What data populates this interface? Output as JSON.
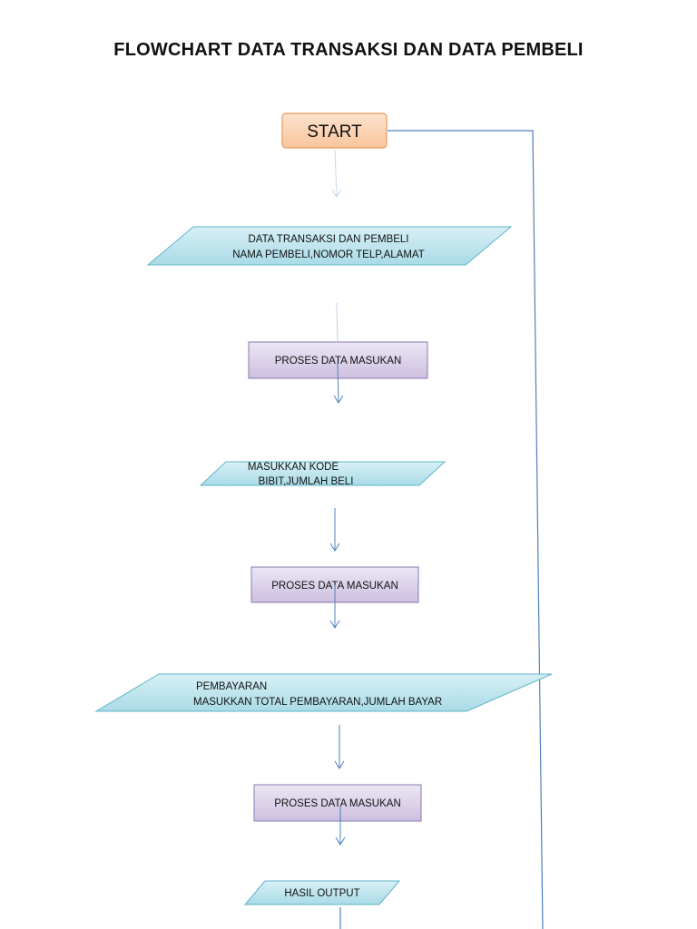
{
  "title": "FLOWCHART DATA TRANSAKSI DAN DATA PEMBELI",
  "colors": {
    "start_fill": "#fbd3b4",
    "start_stroke": "#e79a5c",
    "io_fill": "#bfe6ee",
    "io_stroke": "#5fb4c9",
    "process_fill": "#ddd3ea",
    "process_stroke": "#8a78b3",
    "connector": "#4f81bd",
    "connector_faint": "#c9d8ea"
  },
  "nodes": {
    "start": {
      "label": "START"
    },
    "input_buyer": {
      "line1": "DATA TRANSAKSI DAN PEMBELI",
      "line2": "NAMA PEMBELI,NOMOR TELP,ALAMAT"
    },
    "process_1": {
      "label": "PROSES DATA MASUKAN"
    },
    "input_code": {
      "line1": "MASUKKAN KODE",
      "line2": "BIBIT,JUMLAH BELI"
    },
    "process_2": {
      "label": "PROSES DATA MASUKAN"
    },
    "input_payment": {
      "line1": "PEMBAYARAN",
      "line2": "MASUKKAN TOTAL PEMBAYARAN,JUMLAH BAYAR"
    },
    "process_3": {
      "label": "PROSES DATA MASUKAN"
    },
    "output": {
      "label": "HASIL OUTPUT"
    }
  }
}
